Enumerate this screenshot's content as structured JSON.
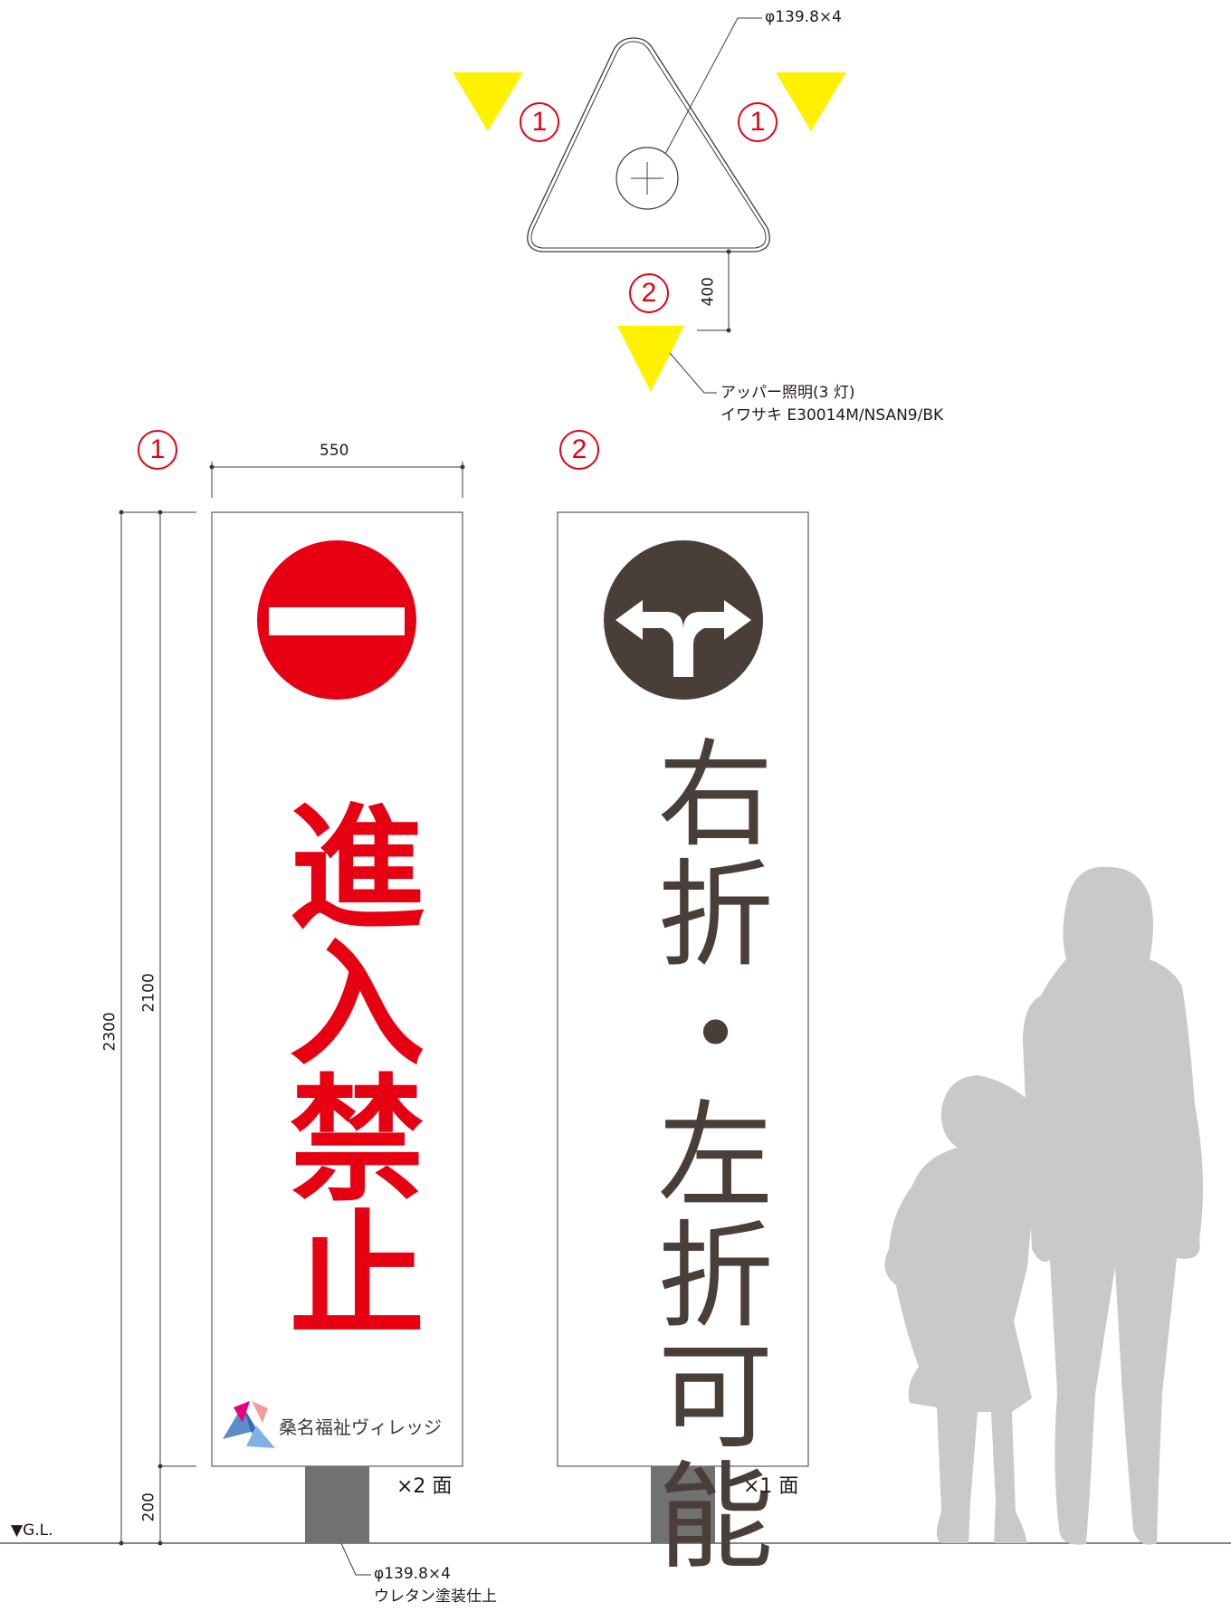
{
  "top_plan": {
    "pole_spec": "φ139.8×4",
    "offset_dim": "400",
    "marker_1": "1",
    "marker_2": "2",
    "light_label_line1": "アッパー照明(3 灯)",
    "light_label_line2": "イワサキ  E30014M/NSAN9/BK"
  },
  "elevation": {
    "width_dim": "550",
    "total_height_dim": "2300",
    "panel_height_dim": "2100",
    "post_height_dim": "200",
    "ground_level": "▼G.L.",
    "post_spec_line1": "φ139.8×4",
    "post_spec_line2": "ウレタン塗装仕上"
  },
  "sign1": {
    "marker": "1",
    "text": "進入禁止",
    "logo_text": "桑名福祉ヴィレッジ",
    "faces": "×2 面",
    "color_red": "#e60012"
  },
  "sign2": {
    "marker": "2",
    "text": "右折・左折可能",
    "faces": "×1 面",
    "color_brown": "#4a3f38"
  },
  "colors": {
    "light_yellow": "#fff100",
    "post_gray": "#727171",
    "silhouette_gray": "#c8c9ca"
  }
}
